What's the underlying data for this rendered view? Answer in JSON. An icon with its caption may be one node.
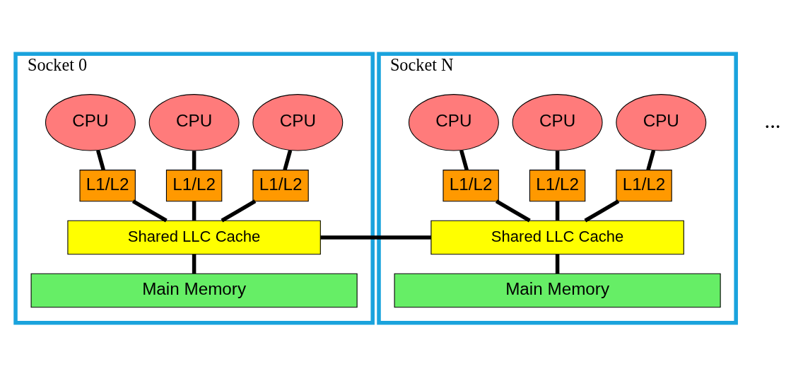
{
  "diagram": {
    "nodes": [
      {
        "text": [
          "Socket 0"
        ]
      },
      {
        "text": [
          "CPU"
        ],
        "in": 0
      },
      {
        "text": [
          "CPU"
        ],
        "in": 0
      },
      {
        "text": [
          "CPU"
        ],
        "in": 0
      },
      {
        "text": [
          "L1/L2"
        ],
        "in": 0
      },
      {
        "text": [
          "L1/L2"
        ],
        "in": 0
      },
      {
        "text": [
          "L1/L2"
        ],
        "in": 0
      },
      {
        "text": [
          "Shared LLC Cache"
        ],
        "in": 0
      },
      {
        "text": [
          "Main Memory"
        ],
        "in": 0
      },
      {
        "text": [
          "Socket N"
        ]
      },
      {
        "text": [
          "CPU"
        ],
        "in": 9
      },
      {
        "text": [
          "CPU"
        ],
        "in": 9
      },
      {
        "text": [
          "CPU"
        ],
        "in": 9
      },
      {
        "text": [
          "L1/L2"
        ],
        "in": 9
      },
      {
        "text": [
          "L1/L2"
        ],
        "in": 9
      },
      {
        "text": [
          "L1/L2"
        ],
        "in": 9
      },
      {
        "text": [
          "Shared LLC Cache"
        ],
        "in": 9
      },
      {
        "text": [
          "Main Memory"
        ],
        "in": 9
      }
    ],
    "edges": [
      {
        "from": 1,
        "to": 4,
        "arrow": "none"
      },
      {
        "from": 2,
        "to": 5,
        "arrow": "none"
      },
      {
        "from": 3,
        "to": 6,
        "arrow": "none"
      },
      {
        "from": 4,
        "to": 7,
        "arrow": "none"
      },
      {
        "from": 5,
        "to": 7,
        "arrow": "none"
      },
      {
        "from": 6,
        "to": 7,
        "arrow": "none"
      },
      {
        "from": 7,
        "to": 8,
        "arrow": "none"
      },
      {
        "from": 10,
        "to": 13,
        "arrow": "none"
      },
      {
        "from": 11,
        "to": 14,
        "arrow": "none"
      },
      {
        "from": 12,
        "to": 15,
        "arrow": "none"
      },
      {
        "from": 13,
        "to": 16,
        "arrow": "none"
      },
      {
        "from": 14,
        "to": 16,
        "arrow": "none"
      },
      {
        "from": 15,
        "to": 16,
        "arrow": "none"
      },
      {
        "from": 16,
        "to": 17,
        "arrow": "none"
      },
      {
        "from": 7,
        "to": 16,
        "arrow": "none"
      }
    ],
    "labels": [
      "..."
    ]
  }
}
